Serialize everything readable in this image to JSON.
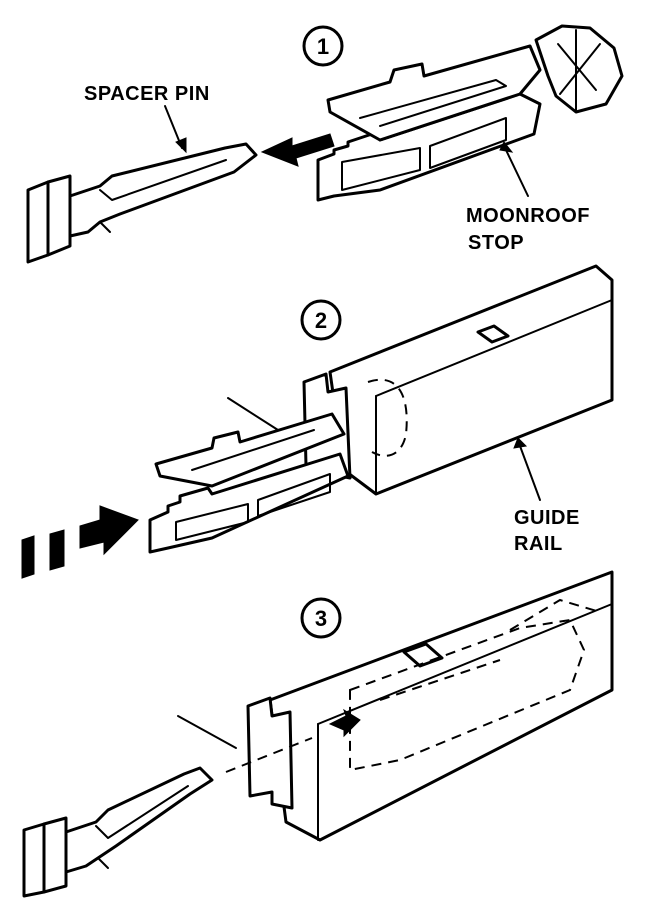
{
  "steps": [
    {
      "number": "1"
    },
    {
      "number": "2"
    },
    {
      "number": "3"
    }
  ],
  "labels": {
    "spacer_pin": "SPACER PIN",
    "moonroof_stop_line1": "MOONROOF",
    "moonroof_stop_line2": "STOP",
    "guide_rail_line1": "GUIDE",
    "guide_rail_line2": "RAIL"
  }
}
